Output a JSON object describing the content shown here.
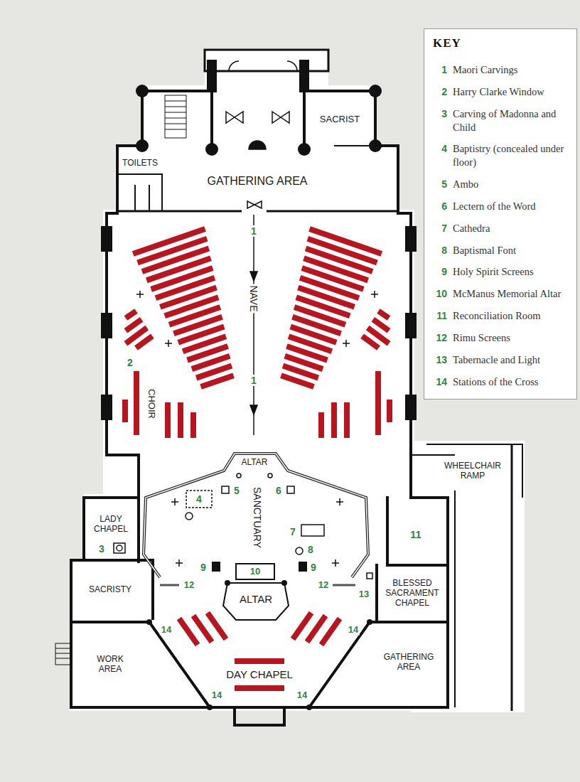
{
  "diagram": {
    "labels": [
      "GATHERING AREA",
      "SACRIST",
      "TOILETS",
      "1",
      "NAVE",
      "1",
      "2",
      "CHOIR",
      "ALTAR",
      "SANCTUARY",
      "5",
      "6",
      "4",
      "WHEELCHAIR RAMP",
      "LADY CHAPEL",
      "3",
      "7",
      "8",
      "11",
      "9",
      "10",
      "9",
      "SACRISTY",
      "12",
      "ALTAR",
      "12",
      "13",
      "BLESSED SACRAMENT CHAPEL",
      "14",
      "14",
      "WORK AREA",
      "GATHERING AREA",
      "DAY CHAPEL",
      "14",
      "14",
      "KEY",
      "1",
      "2",
      "3",
      "4",
      "5",
      "6",
      "7",
      "8",
      "9",
      "10",
      "11",
      "12",
      "13",
      "14"
    ],
    "legend": [
      {
        "text": "Maori Carvings"
      },
      {
        "text": "Harry Clarke Window"
      },
      {
        "text": "Carving of Madonna and Child"
      },
      {
        "text": "Baptistry (concealed under floor)"
      },
      {
        "text": "Ambo"
      },
      {
        "text": "Lectern of the Word"
      },
      {
        "text": "Cathedra"
      },
      {
        "text": "Baptismal Font"
      },
      {
        "text": "Holy Spirit Screens"
      },
      {
        "text": "McManus Memorial Altar"
      },
      {
        "text": "Reconciliation Room"
      },
      {
        "text": "Rimu Screens"
      },
      {
        "text": "Tabernacle and Light"
      },
      {
        "text": "Stations of the Cross"
      }
    ]
  }
}
